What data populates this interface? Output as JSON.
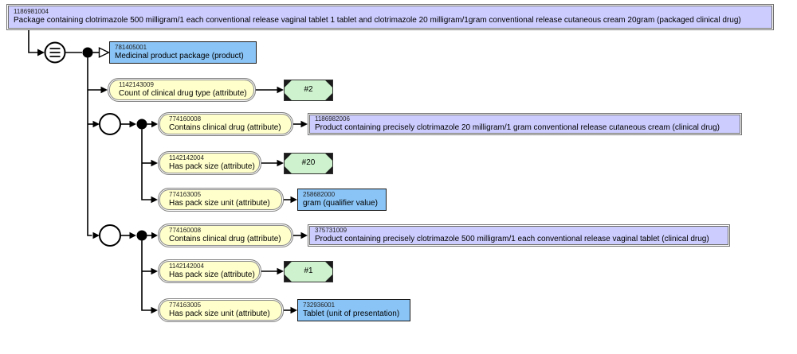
{
  "diagram": {
    "definition_status_symbol": "≡",
    "colors": {
      "defined_concept_fill": "#ccccfe",
      "primitive_concept_fill": "#8ac4f6",
      "attribute_fill": "#ffffcc",
      "concrete_value_fill": "#cdf2cd"
    },
    "nodes": {
      "root": {
        "id": "1186981004",
        "label": "Package containing clotrimazole 500 milligram/1 each conventional release vaginal tablet 1 tablet and clotrimazole 20 milligram/1gram conventional release cutaneous cream 20gram (packaged clinical drug)"
      },
      "isa": {
        "id": "781405001",
        "label": "Medicinal product package (product)"
      },
      "count_attr": {
        "id": "1142143009",
        "label": "Count of clinical drug type (attribute)"
      },
      "count_value": {
        "label": "#2"
      },
      "g1_contains_attr": {
        "id": "774160008",
        "label": "Contains clinical drug (attribute)"
      },
      "g1_contains_value": {
        "id": "1186982006",
        "label": "Product containing precisely clotrimazole 20 milligram/1 gram conventional release cutaneous cream (clinical drug)"
      },
      "g1_packsize_attr": {
        "id": "1142142004",
        "label": "Has pack size (attribute)"
      },
      "g1_packsize_value": {
        "label": "#20"
      },
      "g1_packunit_attr": {
        "id": "774163005",
        "label": "Has pack size unit (attribute)"
      },
      "g1_packunit_value": {
        "id": "258682000",
        "label": "gram (qualifier value)"
      },
      "g2_contains_attr": {
        "id": "774160008",
        "label": "Contains clinical drug (attribute)"
      },
      "g2_contains_value": {
        "id": "375731009",
        "label": "Product containing precisely clotrimazole 500 milligram/1 each conventional release vaginal tablet (clinical drug)"
      },
      "g2_packsize_attr": {
        "id": "1142142004",
        "label": "Has pack size (attribute)"
      },
      "g2_packsize_value": {
        "label": "#1"
      },
      "g2_packunit_attr": {
        "id": "774163005",
        "label": "Has pack size unit (attribute)"
      },
      "g2_packunit_value": {
        "id": "732936001",
        "label": "Tablet (unit of presentation)"
      }
    }
  }
}
